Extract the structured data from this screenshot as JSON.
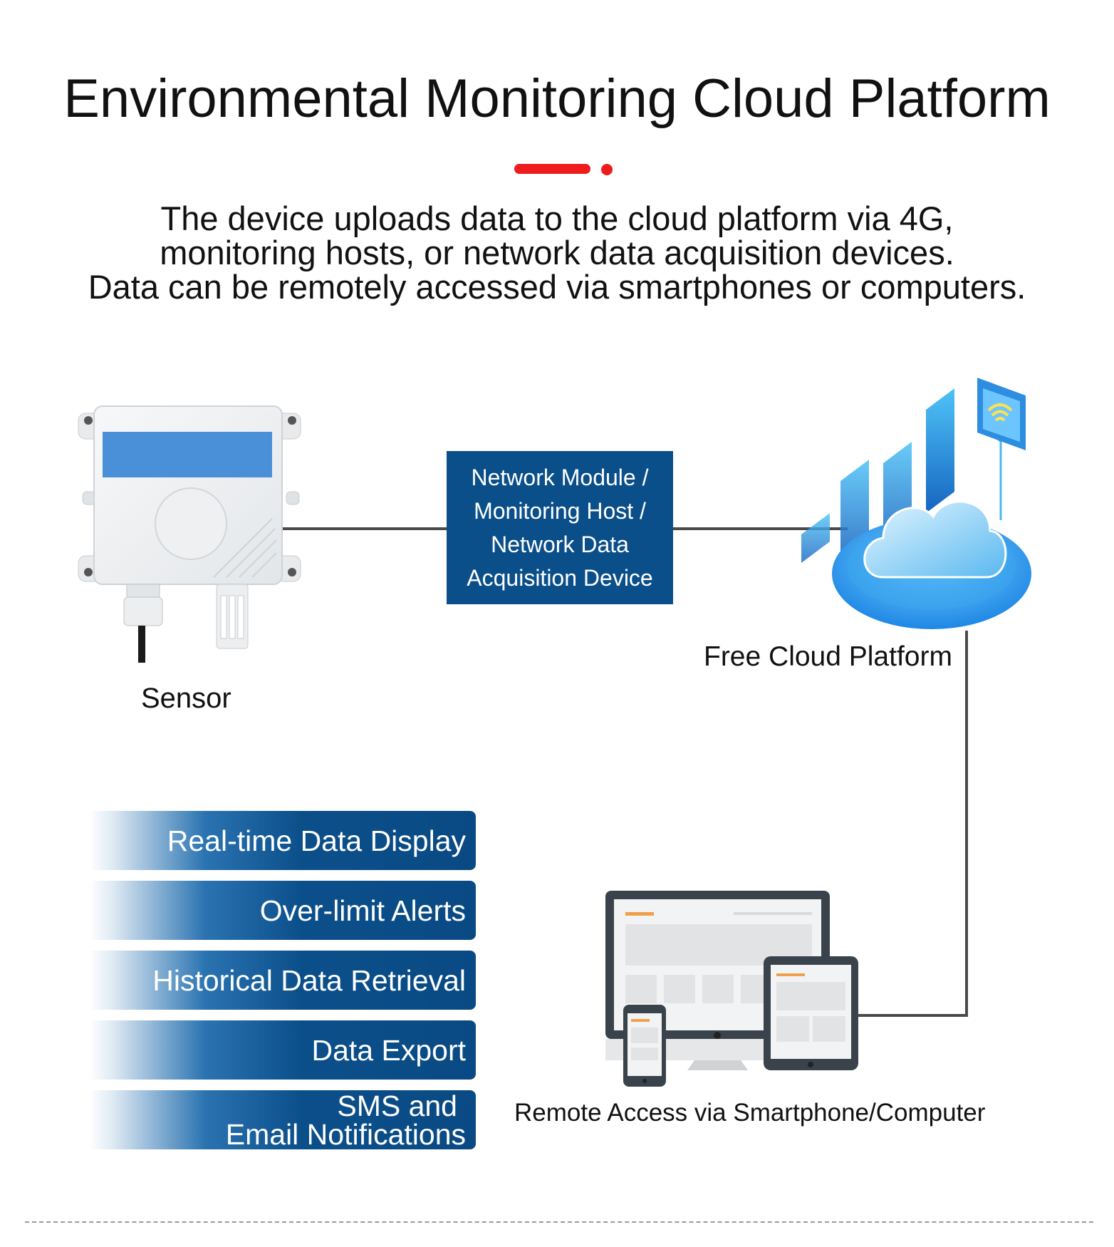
{
  "title": "Environmental Monitoring Cloud Platform",
  "subtitle": {
    "line1": "The device uploads data to the cloud platform via 4G,",
    "line2": "monitoring hosts, or network data acquisition devices.",
    "line3": "Data can be remotely accessed via smartphones or computers."
  },
  "module_box": {
    "line1": "Network Module /",
    "line2": "Monitoring Host /",
    "line3": "Network Data",
    "line4": "Acquisition Device"
  },
  "labels": {
    "sensor": "Sensor",
    "cloud": "Free Cloud Platform",
    "remote": "Remote Access via Smartphone/Computer"
  },
  "features": [
    {
      "line1": "Real-time Data Display"
    },
    {
      "line1": "Over-limit Alerts"
    },
    {
      "line1": "Historical Data Retrieval"
    },
    {
      "line1": "Data Export"
    },
    {
      "line1": "SMS and",
      "line2": "Email Notifications"
    }
  ],
  "icons": {
    "sensor": "sensor-device-icon",
    "cloud": "cloud-platform-icon",
    "devices": "monitor-tablet-phone-icon"
  },
  "colors": {
    "accent_red": "#ee1c1c",
    "box_blue": "#0b4f8a",
    "connector": "#4a4a4a",
    "cloud_blue": "#1e88e5"
  }
}
